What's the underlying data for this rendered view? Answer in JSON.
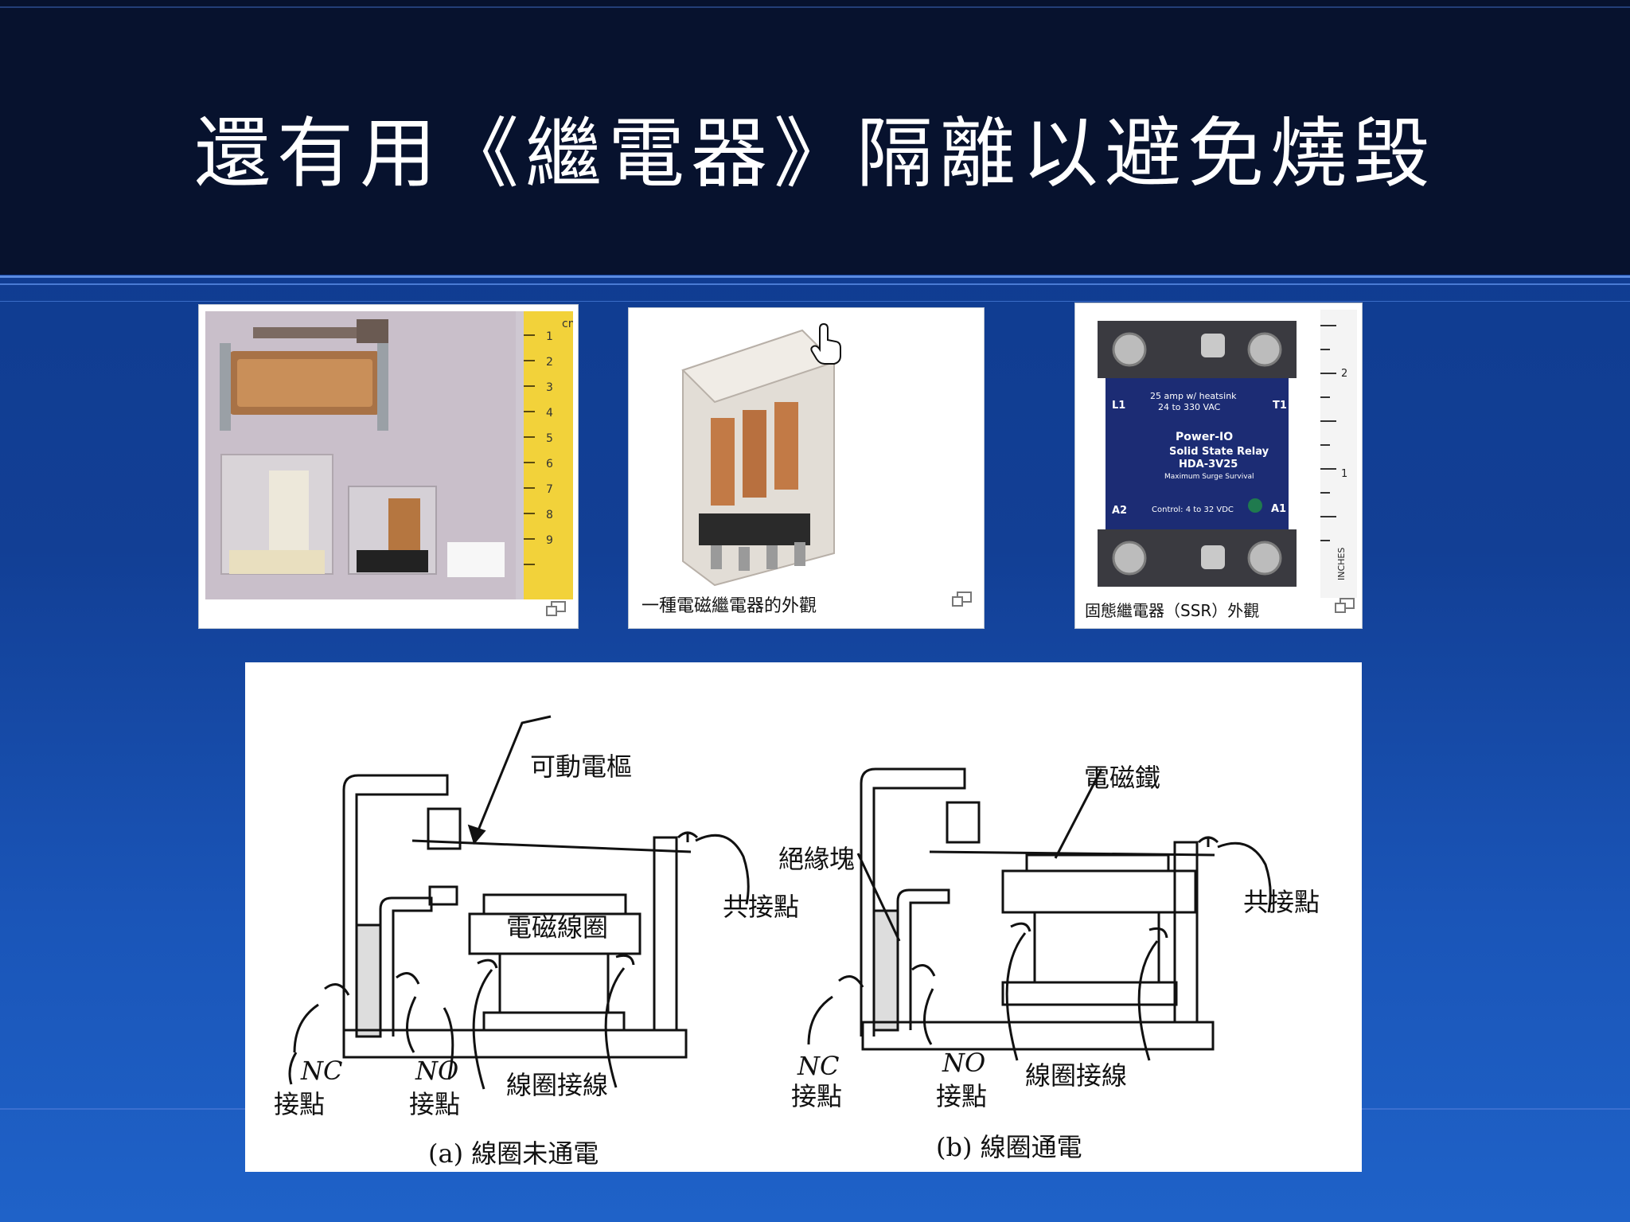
{
  "slide": {
    "title": "還有用《繼電器》隔離以避免燒毀"
  },
  "images": [
    {
      "caption": "",
      "ruler_label": "cm",
      "ruler_numbers": [
        "1",
        "2",
        "3",
        "4",
        "5",
        "6",
        "7",
        "8",
        "9"
      ]
    },
    {
      "caption": "一種電磁繼電器的外觀"
    },
    {
      "caption": "固態繼電器（SSR）外觀",
      "label_l1": "L1",
      "label_t1": "T1",
      "label_a1": "A1",
      "label_a2": "A2",
      "rating_line1": "25 amp w/ heatsink",
      "rating_line2": "24 to 330 VAC",
      "brand": "Power-IO",
      "product": "Solid State Relay",
      "model": "HDA-3V25",
      "tagline": "Maximum Surge Survival",
      "control": "Control: 4 to 32 VDC",
      "ruler_label": "INCHES",
      "ruler_numbers": [
        "1",
        "2"
      ]
    }
  ],
  "diagram": {
    "left": {
      "armature": "可動電樞",
      "coil": "電磁線圈",
      "common": "共接點",
      "nc_1": "NC",
      "nc_2": "接點",
      "no_1": "NO",
      "no_2": "接點",
      "wiring": "線圈接線",
      "caption": "(a) 線圈未通電"
    },
    "right": {
      "magnet": "電磁鐵",
      "insulator": "絕緣塊",
      "common": "共接點",
      "nc_1": "NC",
      "nc_2": "接點",
      "no_1": "NO",
      "no_2": "接點",
      "wiring": "線圈接線",
      "caption": "(b) 線圈通電"
    }
  }
}
